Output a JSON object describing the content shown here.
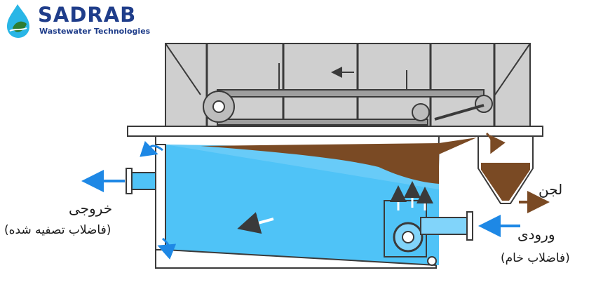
{
  "brand": {
    "name": "SADRAB",
    "tagline": "Wastewater Technologies",
    "primary_color": "#1f3d8a",
    "accent_color": "#29b6e6"
  },
  "labels": {
    "outlet": "خروجی",
    "outlet_sub": "(فاضلاب تصفیه شده)",
    "inlet": "ورودی",
    "inlet_sub": "(فاضلاب خام)",
    "sludge": "لجن"
  },
  "colors": {
    "water": "#4fc3f7",
    "water_dark": "#0288d1",
    "sludge": "#7a4a24",
    "hood": "#cfcfcf",
    "frame": "#3a3a3a"
  },
  "icons": [
    "water-drop-logo-icon",
    "flow-arrow-icon"
  ]
}
